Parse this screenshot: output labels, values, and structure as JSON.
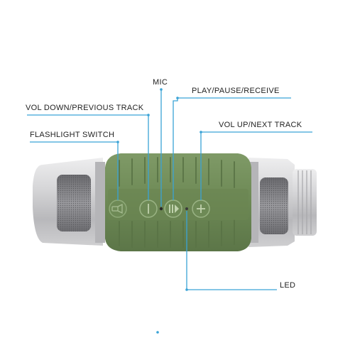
{
  "callouts": {
    "mic": "MIC",
    "play_pause_receive": "PLAY/PAUSE/RECEIVE",
    "vol_down_previous_track": "VOL DOWN/PREVIOUS TRACK",
    "vol_up_next_track": "VOL UP/NEXT TRACK",
    "flashlight_switch": "FLASHLIGHT SWITCH",
    "led": "LED"
  },
  "colors": {
    "leader_line": "#3aa3d6",
    "rubber_green": "#6e8a56",
    "metal_silver": "#c9c9cb",
    "label_text": "#222222"
  },
  "icons": {
    "flashlight_button": "flashlight-icon",
    "vol_down_button": "minus-icon",
    "play_pause_button": "play-pause-icon",
    "vol_up_button": "plus-icon"
  }
}
